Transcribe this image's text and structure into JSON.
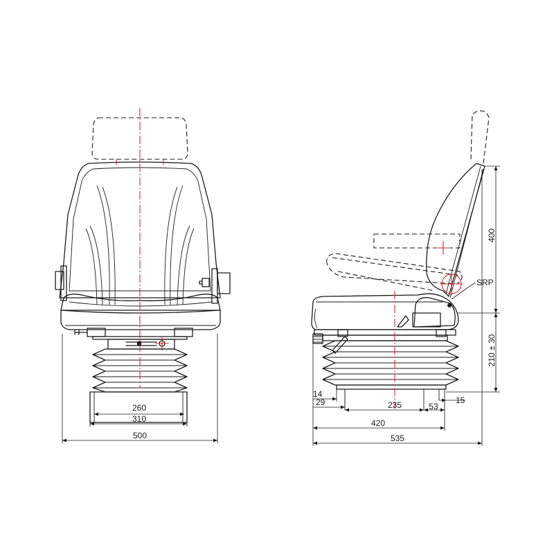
{
  "front_view": {
    "dim_bellows_inner": "260",
    "dim_base": "310",
    "dim_overall_width": "500"
  },
  "side_view": {
    "label_srp": "SRP",
    "dim_backrest_height": "400",
    "dim_seat_height": "210 ± 30",
    "dim_14": "14",
    "dim_29": "29",
    "dim_235": "235",
    "dim_53": "53",
    "dim_15": "15",
    "dim_420": "420",
    "dim_overall_depth": "535"
  },
  "colors": {
    "line": "#1a1a1a",
    "centerline": "#d7262d"
  }
}
